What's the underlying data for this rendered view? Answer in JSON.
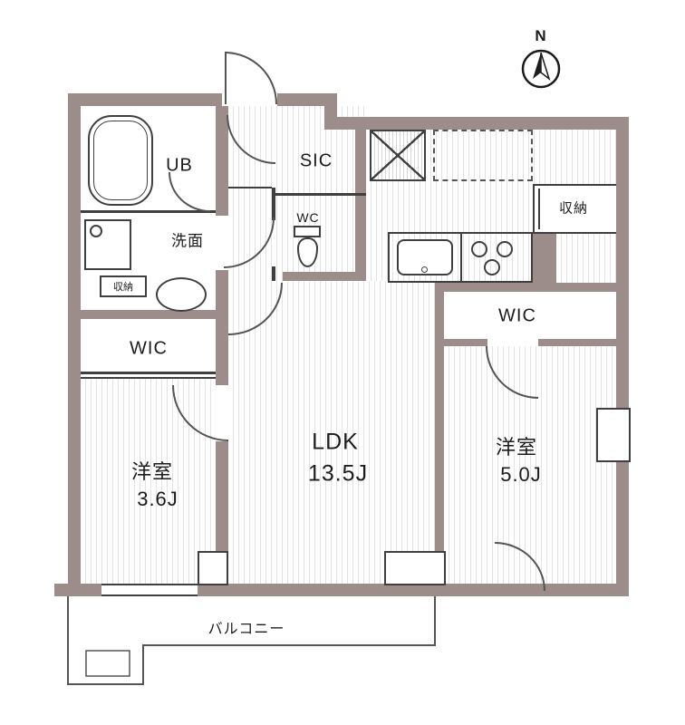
{
  "compass": {
    "north_label": "N"
  },
  "rooms": {
    "unit_bath": {
      "label": "UB"
    },
    "washroom": {
      "label": "洗面"
    },
    "washroom_storage": {
      "label": "収納"
    },
    "wic_left": {
      "label": "WIC"
    },
    "bedroom_left": {
      "label": "洋室",
      "size": "3.6J"
    },
    "shoe_closet": {
      "label": "SIC"
    },
    "toilet": {
      "label": "WC"
    },
    "ldk": {
      "label": "LDK",
      "size": "13.5J"
    },
    "storage_right": {
      "label": "収納"
    },
    "wic_right": {
      "label": "WIC"
    },
    "bedroom_right": {
      "label": "洋室",
      "size": "5.0J"
    },
    "balcony": {
      "label": "バルコニー"
    }
  },
  "colors": {
    "wall": "#9c8d8b",
    "line": "#3f3f3f",
    "arc": "#555555",
    "hatch": "#e3e3e3"
  }
}
